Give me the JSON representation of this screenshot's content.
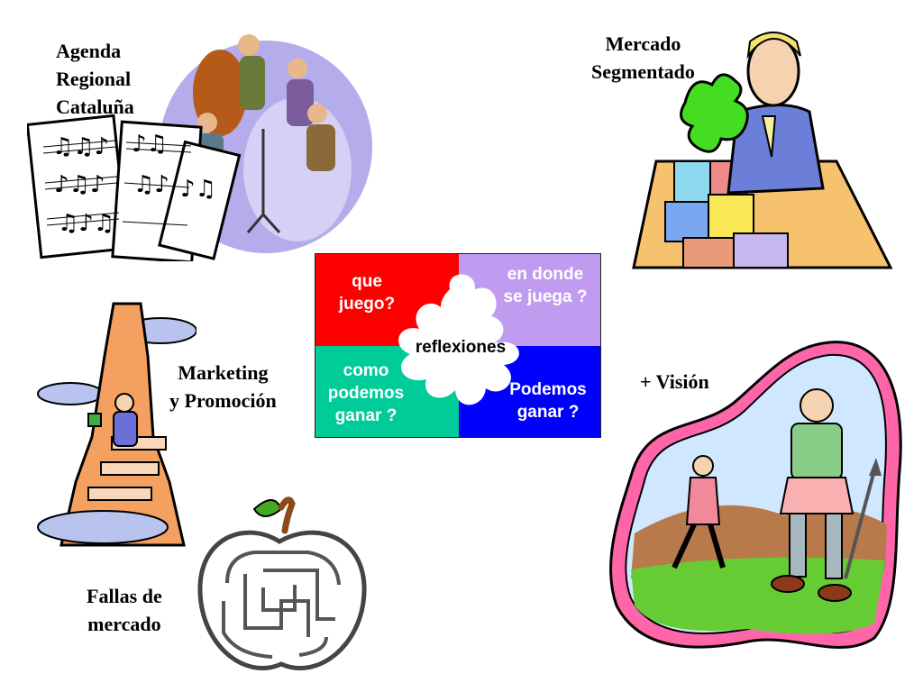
{
  "labels": {
    "agenda": [
      "Agenda",
      "Regional",
      "Cataluña"
    ],
    "mercado": [
      "Mercado",
      "Segmentado"
    ],
    "marketing": [
      "Marketing",
      "y Promoción"
    ],
    "fallas": [
      "Fallas de",
      "mercado"
    ],
    "vision": "+ Visión"
  },
  "puzzle": {
    "center": "reflexiones",
    "top_left": [
      "que",
      "juego?"
    ],
    "top_right": [
      "en donde",
      "se juega ?"
    ],
    "bottom_left": [
      "como",
      "podemos",
      "ganar ?"
    ],
    "bottom_right": [
      "Podemos",
      "ganar ?"
    ]
  },
  "colors": {
    "red": "#ff0000",
    "purple": "#c09cf0",
    "teal": "#00cc99",
    "blue": "#0000ff",
    "white": "#ffffff",
    "pink": "#ff66aa"
  }
}
